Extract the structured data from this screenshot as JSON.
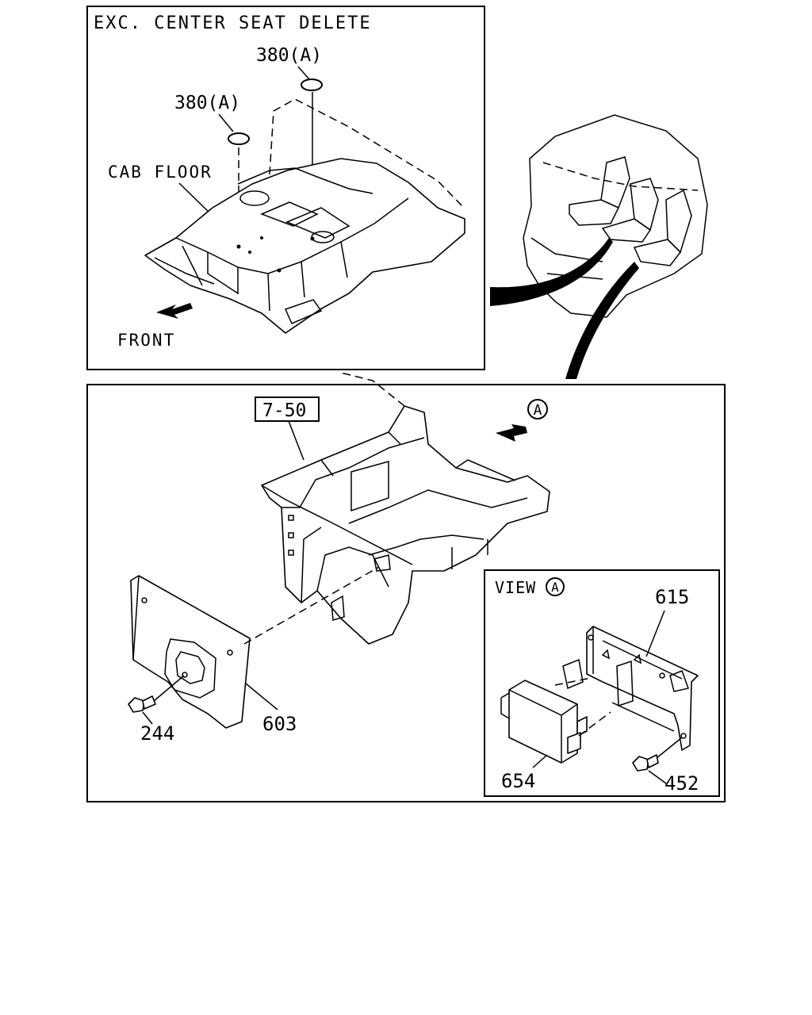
{
  "top_panel": {
    "title": "EXC. CENTER SEAT DELETE",
    "label_380_upper": "380(A)",
    "label_380_lower": "380(A)",
    "label_cab_floor": "CAB FLOOR",
    "label_front": "FRONT"
  },
  "main_panel": {
    "ref_box": "7-50",
    "view_marker": "A",
    "label_603": "603",
    "label_244": "244"
  },
  "view_panel": {
    "title_prefix": "VIEW",
    "title_marker": "A",
    "label_615": "615",
    "label_654": "654",
    "label_452": "452"
  }
}
